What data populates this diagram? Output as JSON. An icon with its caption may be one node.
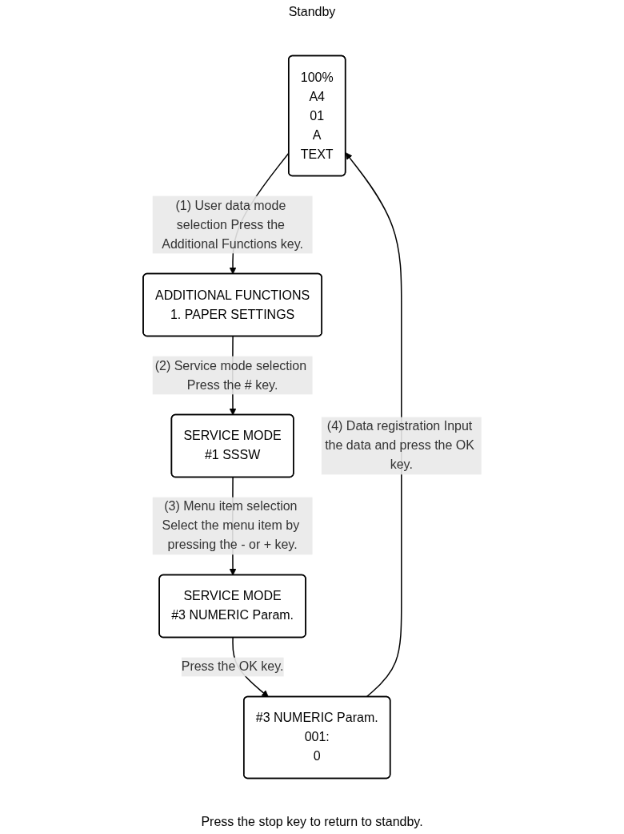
{
  "diagram": {
    "nodes": [
      {
        "text": [
          "100%",
          "A4",
          "01",
          "A",
          "TEXT"
        ],
        "beside": [
          "Standby"
        ]
      },
      {
        "text": [
          "ADDITIONAL FUNCTIONS",
          "1. PAPER SETTINGS"
        ]
      },
      {
        "text": [
          "SERVICE MODE",
          "#1 SSSW"
        ]
      },
      {
        "text": [
          "SERVICE MODE",
          "#3 NUMERIC Param."
        ]
      },
      {
        "text": [
          "#3 NUMERIC Param.",
          "001:",
          "0"
        ]
      }
    ],
    "edges": [
      {
        "from": 0,
        "to": 1,
        "arrow": "to",
        "label": "(1) User data mode selection Press the Additional Functions key."
      },
      {
        "from": 1,
        "to": 2,
        "arrow": "to",
        "label": "(2) Service mode selection Press the # key."
      },
      {
        "from": 2,
        "to": 3,
        "arrow": "to",
        "label": "(3) Menu item selection Select the menu item by pressing the - or + key."
      },
      {
        "from": 3,
        "to": 4,
        "arrow": "to",
        "label": "Press the OK key."
      },
      {
        "from": 4,
        "to": 0,
        "arrow": "to",
        "label": "(4) Data registration Input the data and press the OK key."
      }
    ],
    "labels": [
      "Press the stop key to return to standby."
    ]
  }
}
